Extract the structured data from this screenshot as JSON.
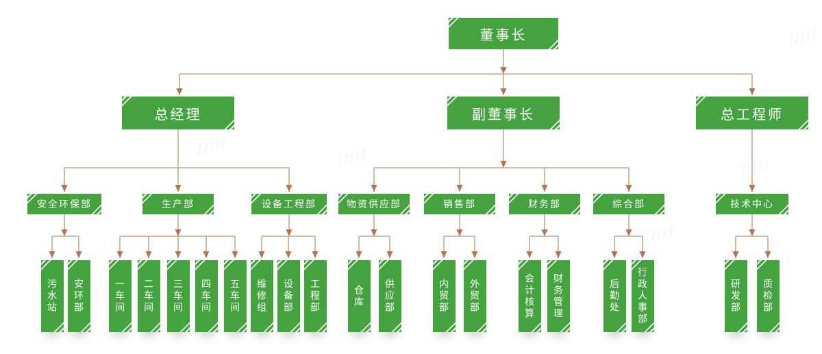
{
  "palette": {
    "node_fill": "#44a33f",
    "node_text": "#ffffff",
    "connector_line": "#c9a183",
    "connector_arrow": "#b5734f",
    "background": "#ffffff"
  },
  "org": {
    "label": "董事长",
    "children": [
      {
        "label": "总经理",
        "children": [
          {
            "label": "安全环保部",
            "children": [
              {
                "label": "污水站"
              },
              {
                "label": "安环部"
              }
            ]
          },
          {
            "label": "生产部",
            "children": [
              {
                "label": "一车间"
              },
              {
                "label": "二车间"
              },
              {
                "label": "三车间"
              },
              {
                "label": "四车间"
              },
              {
                "label": "五车间"
              }
            ]
          },
          {
            "label": "设备工程部",
            "children": [
              {
                "label": "维修组"
              },
              {
                "label": "设备部"
              },
              {
                "label": "工程部"
              }
            ]
          }
        ]
      },
      {
        "label": "副董事长",
        "children": [
          {
            "label": "物资供应部",
            "children": [
              {
                "label": "仓库"
              },
              {
                "label": "供应部"
              }
            ]
          },
          {
            "label": "销售部",
            "children": [
              {
                "label": "内贸部"
              },
              {
                "label": "外贸部"
              }
            ]
          },
          {
            "label": "财务部",
            "children": [
              {
                "label": "会计核算"
              },
              {
                "label": "财务管理"
              }
            ]
          },
          {
            "label": "综合部",
            "children": [
              {
                "label": "后勤处"
              },
              {
                "label": "行政人事部"
              }
            ]
          }
        ]
      },
      {
        "label": "总工程师",
        "children": [
          {
            "label": "技术中心",
            "children": [
              {
                "label": "研发部"
              },
              {
                "label": "质检部"
              }
            ]
          }
        ]
      }
    ]
  }
}
